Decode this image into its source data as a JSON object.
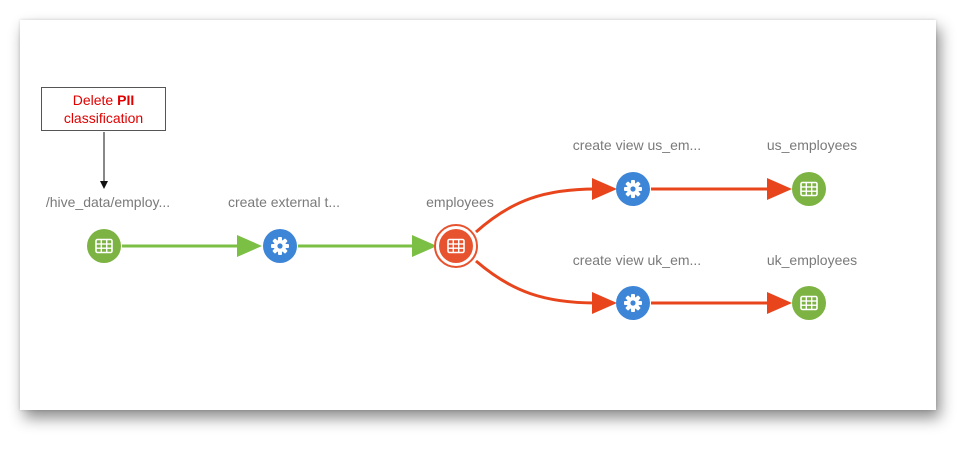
{
  "annotation": {
    "line1_prefix": "Delete ",
    "line1_bold": "PII",
    "line2": "classification",
    "text_color": "#e00000"
  },
  "nodes": [
    {
      "id": "hive_data",
      "label": "/hive_data/employ...",
      "kind": "dataset",
      "icon": "table-icon"
    },
    {
      "id": "create_external",
      "label": "create external t...",
      "kind": "process",
      "icon": "gear-icon"
    },
    {
      "id": "employees",
      "label": "employees",
      "kind": "dataset-selected",
      "icon": "table-icon"
    },
    {
      "id": "create_view_us",
      "label": "create view us_em...",
      "kind": "process",
      "icon": "gear-icon"
    },
    {
      "id": "us_employees",
      "label": "us_employees",
      "kind": "dataset",
      "icon": "table-icon"
    },
    {
      "id": "create_view_uk",
      "label": "create view uk_em...",
      "kind": "process",
      "icon": "gear-icon"
    },
    {
      "id": "uk_employees",
      "label": "uk_employees",
      "kind": "dataset",
      "icon": "table-icon"
    }
  ],
  "colors": {
    "dataset": "#7cb342",
    "process": "#3d85d6",
    "selected": "#e8532f",
    "edge_upstream": "#7cbf45",
    "edge_downstream": "#e8451d"
  }
}
